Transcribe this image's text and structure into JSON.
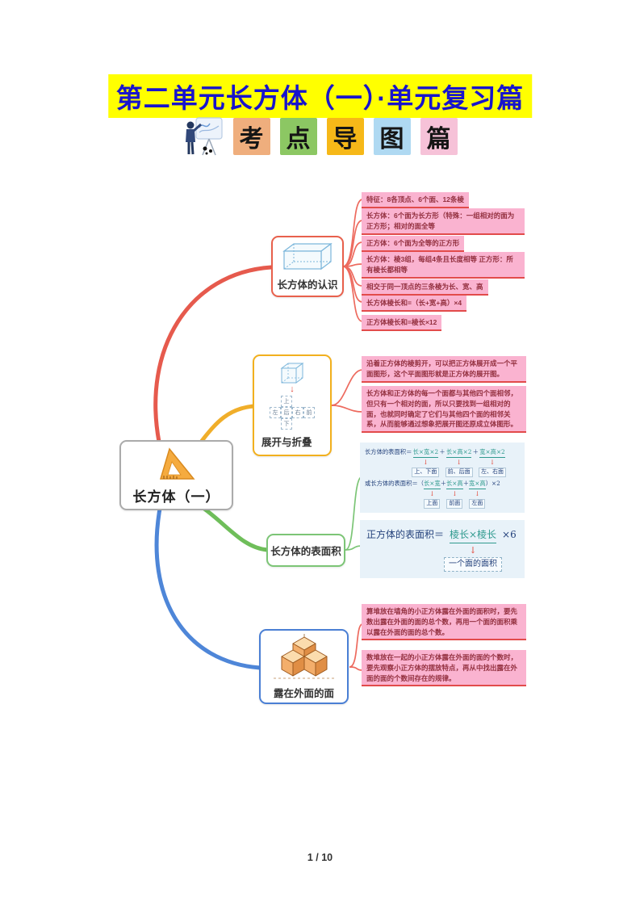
{
  "page": {
    "title": "第二单元长方体（一）·单元复习篇",
    "page_number": "1 / 10"
  },
  "banner": {
    "icon": "presenter-icon",
    "tiles": [
      {
        "char": "考",
        "color": "#EFAE7D"
      },
      {
        "char": "点",
        "color": "#8CC763"
      },
      {
        "char": "导",
        "color": "#F6B818"
      },
      {
        "char": "图",
        "color": "#AFD9F2"
      },
      {
        "char": "篇",
        "color": "#F6C2D8"
      }
    ]
  },
  "mindmap": {
    "root": {
      "label": "长方体（一）",
      "icon": "triangle-ruler-icon"
    },
    "colors": {
      "branch1": "#E65A4D",
      "branch2": "#F0AE2A",
      "branch3": "#6FBE5A",
      "branch4": "#4E86D8",
      "leaf_bg": "#FAB3D0",
      "leaf_underline": "#E24B4B",
      "formula_bg": "#E8F2F9",
      "leaf_connector": "#ED6A5E",
      "title_bg": "#FFFF00",
      "title_text": "#1814CC"
    },
    "branches": [
      {
        "label": "长方体的认识",
        "icon": "cuboid-icon",
        "leaves": [
          "特征：8各顶点、6个面、12条棱",
          "长方体：6个面为长方形（特殊：一组相对的面为正方形；相对的面全等",
          "正方体：6个面为全等的正方形",
          "长方体：棱3组，每组4条且长度相等 正方形：所有棱长都相等",
          "相交于同一顶点的三条棱为长、宽、高",
          "长方体棱长和=（长+宽+高）×4",
          "正方体棱长和=棱长×12"
        ]
      },
      {
        "label": "展开与折叠",
        "icon": "cube-net-icon",
        "net": {
          "top": "上",
          "row": [
            "左",
            "后",
            "右",
            "前"
          ],
          "bottom": "下"
        },
        "leaves": [
          "沿着正方体的棱剪开，可以把正方体展开成一个平面图形，这个平面图形就是正方体的展开图。",
          "长方体和正方体的每一个面都与其他四个面相邻，但只有一个相对的面，所以只要找到一组相对的面，也就同时确定了它们与其他四个面的相邻关系，从而能够通过想象把展开图还原成立体图形。"
        ]
      },
      {
        "label": "长方体的表面积",
        "formulas": {
          "line1": {
            "segments": [
              {
                "text": "长方体的表面积＝"
              },
              {
                "text": "长×宽×2",
                "term": true,
                "label": "上、下面"
              },
              {
                "text": "＋"
              },
              {
                "text": "长×高×2",
                "term": true,
                "label": "前、后面"
              },
              {
                "text": "＋"
              },
              {
                "text": "宽×高×2",
                "term": true,
                "label": "左、右面"
              }
            ]
          },
          "line2": {
            "segments": [
              {
                "text": "或长方体的表面积＝（"
              },
              {
                "text": "长×宽",
                "term": true,
                "label": "上面"
              },
              {
                "text": "＋"
              },
              {
                "text": "长×高",
                "term": true,
                "label": "前面"
              },
              {
                "text": "＋"
              },
              {
                "text": "宽×高",
                "term": true,
                "label": "左面"
              },
              {
                "text": "）×2"
              }
            ]
          },
          "cube": {
            "prefix": "正方体的表面积＝",
            "term": "棱长×棱长",
            "suffix": "×6",
            "label": "一个面的面积"
          }
        }
      },
      {
        "label": "露在外面的面",
        "icon": "stacked-cubes-icon",
        "leaves": [
          "算堆放在墙角的小正方体露在外面的面积时，要先数出露在外面的面的总个数，再用一个面的面积乘以露在外面的面的总个数。",
          "数堆放在一起的小正方体露在外面的面的个数时，要先观察小正方体的摆放特点，再从中找出露在外面的面的个数间存在的规律。"
        ]
      }
    ]
  }
}
